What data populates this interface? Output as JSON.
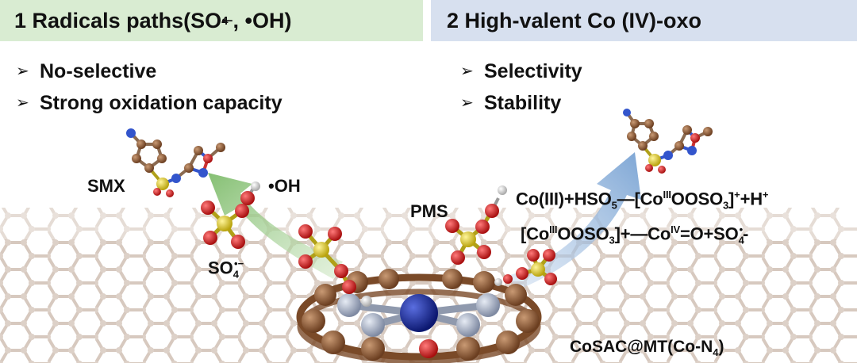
{
  "header": {
    "left": {
      "number": "1",
      "title_prefix": "Radicals paths(SO",
      "title_sub": "4",
      "title_sup": "•−",
      "title_suffix": ", •OH)"
    },
    "right": {
      "number": "2",
      "title": "High-valent Co (IV)-oxo"
    }
  },
  "left_bullets": [
    "No-selective",
    "Strong oxidation capacity"
  ],
  "right_bullets": [
    "Selectivity",
    "Stability"
  ],
  "bullet_marker": "➢",
  "labels": {
    "smx": "SMX",
    "oh": "•OH",
    "so4_base": "SO",
    "so4_sub": "4",
    "so4_sup": "•−",
    "pms": "PMS",
    "catalyst_prefix": "CoSAC@MT(Co-N",
    "catalyst_sub": "4",
    "catalyst_suffix": ")"
  },
  "equations": {
    "eq1": {
      "p1": "Co(III)+HSO",
      "p1_sub": "5",
      "p2": "—[Co",
      "p2_sup": "III",
      "p3": "OOSO",
      "p3_sub": "3",
      "p4": "]",
      "p4_sup": "+",
      "p5": "+H",
      "p5_sup": "+"
    },
    "eq2": {
      "p1": "[Co",
      "p1_sup": "III",
      "p2": "OOSO",
      "p2_sub": "3",
      "p3": "]+—Co",
      "p3_sup": "IV",
      "p4": "=O+SO",
      "p4_sub": "4",
      "p4_sup": "•",
      "p5": "-"
    }
  },
  "colors": {
    "header_left_bg": "#d9ecd2",
    "header_right_bg": "#d7e0ef",
    "carbon": "#8b5a36",
    "nitrogen": "#a9b3c6",
    "cobalt": "#1a2d9e",
    "oxygen": "#d42020",
    "sulfur": "#e0d21a",
    "hydrogen": "#f2f2f2",
    "green_arrow": "#8fc77d",
    "blue_arrow": "#8fb4d8"
  }
}
